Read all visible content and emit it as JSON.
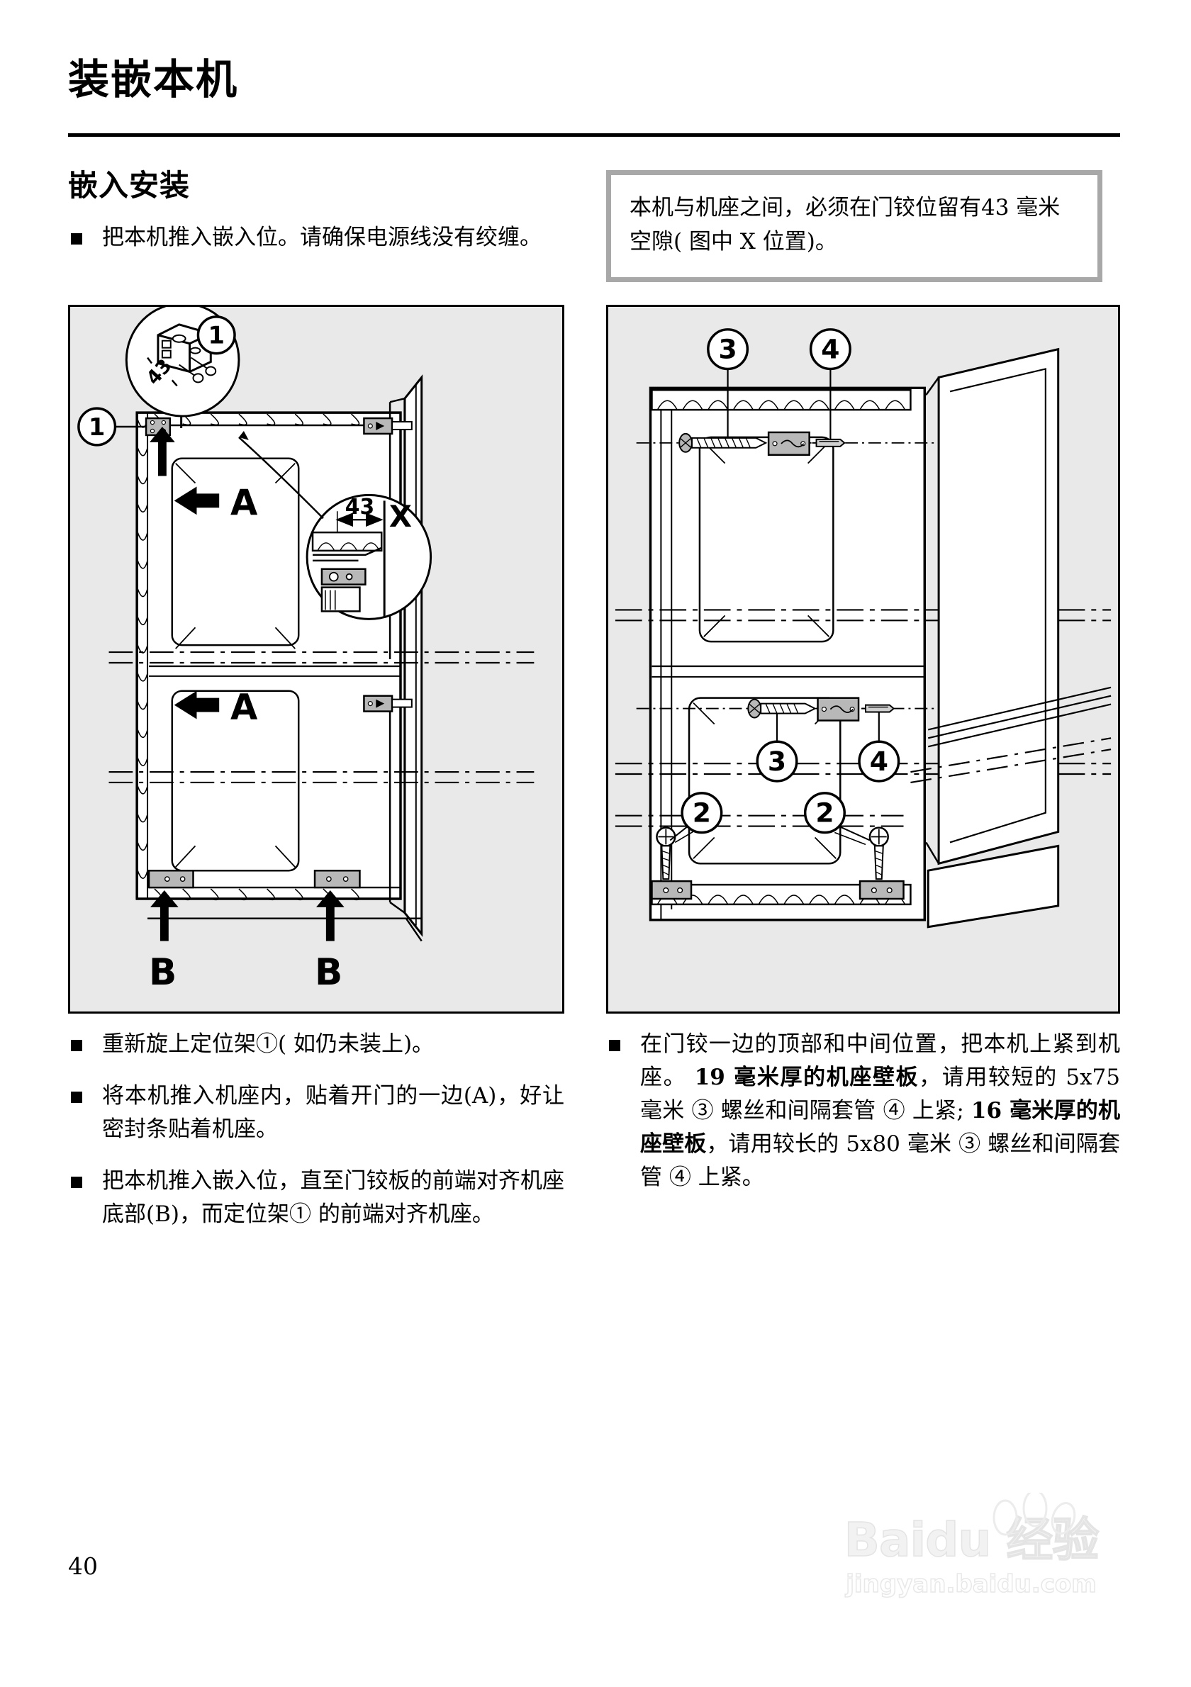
{
  "document": {
    "title": "装嵌本机",
    "section_heading": "嵌入安装",
    "page_number": "40"
  },
  "note_box": {
    "text": "本机与机座之间，必须在门铰位留有43 毫米空隙( 图中 X 位置)。",
    "border_color": "#a8a8a8"
  },
  "left_column": {
    "bullets": [
      {
        "text": "把本机推入嵌入位。请确保电源线没有绞缠。"
      },
      {
        "text": "重新旋上定位架①( 如仍未装上)。"
      },
      {
        "text": "将本机推入机座内，贴着开门的一边(A)，好让密封条贴着机座。"
      },
      {
        "text": "把本机推入嵌入位，直至门铰板的前端对齐机座底部(B)，而定位架① 的前端对齐机座。"
      }
    ]
  },
  "right_column": {
    "bullet_parts": [
      {
        "text": "在门铰一边的顶部和中间位置，把本机上紧到机座。 ",
        "bold": false
      },
      {
        "text": "19 毫米厚的机座壁板",
        "bold": true
      },
      {
        "text": "，请用较短的 5x75 毫米 ③ 螺丝和间隔套管 ④ 上紧; ",
        "bold": false
      },
      {
        "text": "16 毫米厚的机座壁板",
        "bold": true
      },
      {
        "text": "，请用较长的 5x80 毫米 ③ 螺丝和间隔套管 ④ 上紧。",
        "bold": false
      }
    ]
  },
  "figure_left": {
    "name": "appliance-front-view-diagram",
    "background": "#e9e9e9",
    "callouts": [
      {
        "label": "1",
        "role": "detail-circle-bracket"
      },
      {
        "label": "1",
        "role": "bracket-position"
      },
      {
        "label": "43",
        "role": "detail-dimension-mm"
      },
      {
        "label": "43",
        "role": "inset-gap-dimension-mm"
      },
      {
        "label": "X",
        "role": "gap-location-marker"
      },
      {
        "label": "A",
        "role": "door-opening-side-upper"
      },
      {
        "label": "A",
        "role": "door-opening-side-lower"
      },
      {
        "label": "B",
        "role": "hinge-plate-front-left"
      },
      {
        "label": "B",
        "role": "hinge-plate-front-right"
      }
    ]
  },
  "figure_right": {
    "name": "appliance-fixing-screws-diagram",
    "background": "#e9e9e9",
    "callouts": [
      {
        "label": "3",
        "role": "screw-top"
      },
      {
        "label": "4",
        "role": "spacer-sleeve-top"
      },
      {
        "label": "3",
        "role": "screw-middle"
      },
      {
        "label": "4",
        "role": "spacer-sleeve-middle"
      },
      {
        "label": "2",
        "role": "base-screw-left"
      },
      {
        "label": "2",
        "role": "base-screw-right"
      }
    ]
  },
  "watermark": {
    "main": "Baidu 经验",
    "sub": "jingyan.baidu.com"
  }
}
